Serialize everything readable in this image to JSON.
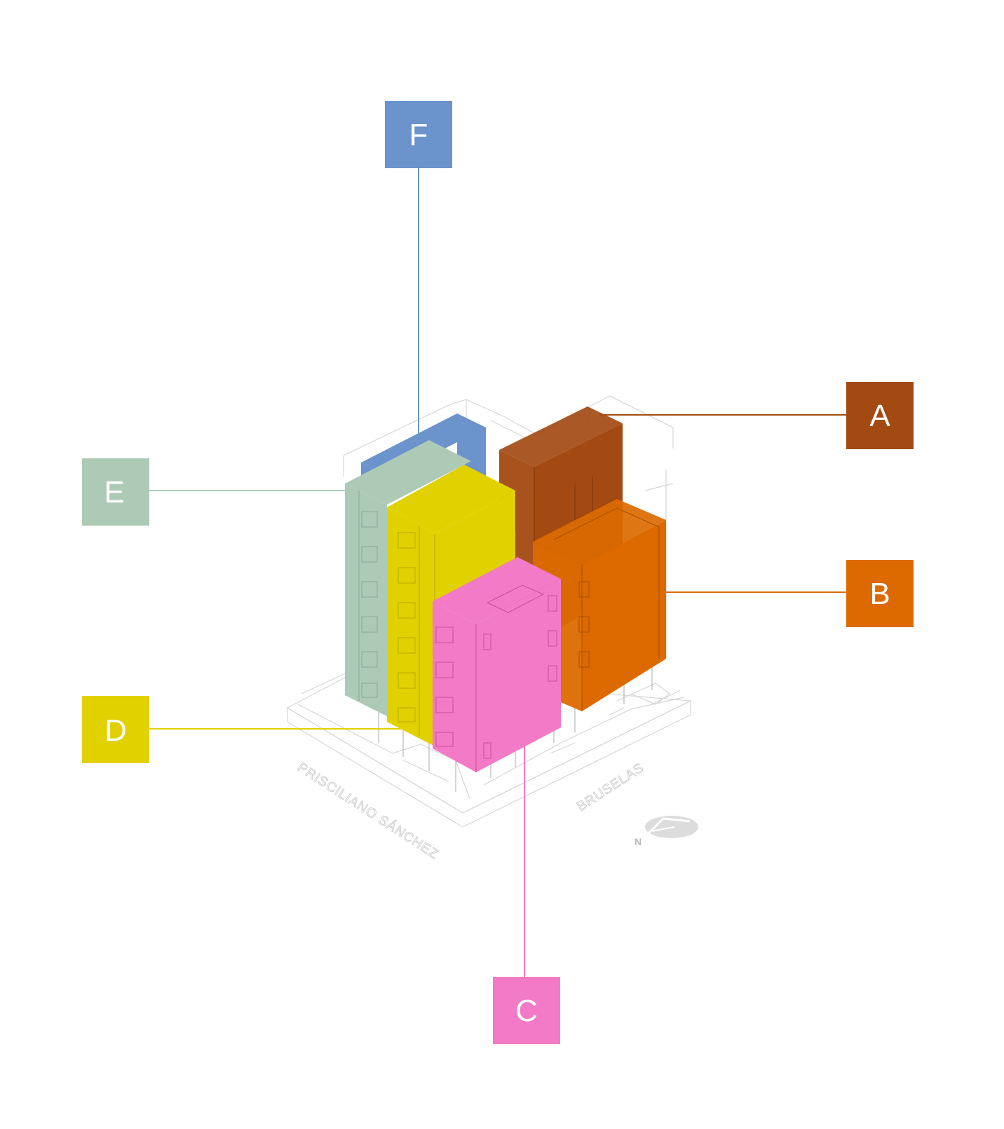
{
  "labels": {
    "A": "A",
    "B": "B",
    "C": "C",
    "D": "D",
    "E": "E",
    "F": "F"
  },
  "colors": {
    "A": "#a34a12",
    "B": "#dc6a00",
    "C": "#f37ac6",
    "D": "#e2d100",
    "E": "#adcab7",
    "F": "#6b93cc"
  },
  "streets": {
    "left": "PRISCILIANO SÁNCHEZ",
    "right": "BRUSELAS"
  },
  "north": "N",
  "icons": {
    "compass": "north-arrow-icon"
  }
}
